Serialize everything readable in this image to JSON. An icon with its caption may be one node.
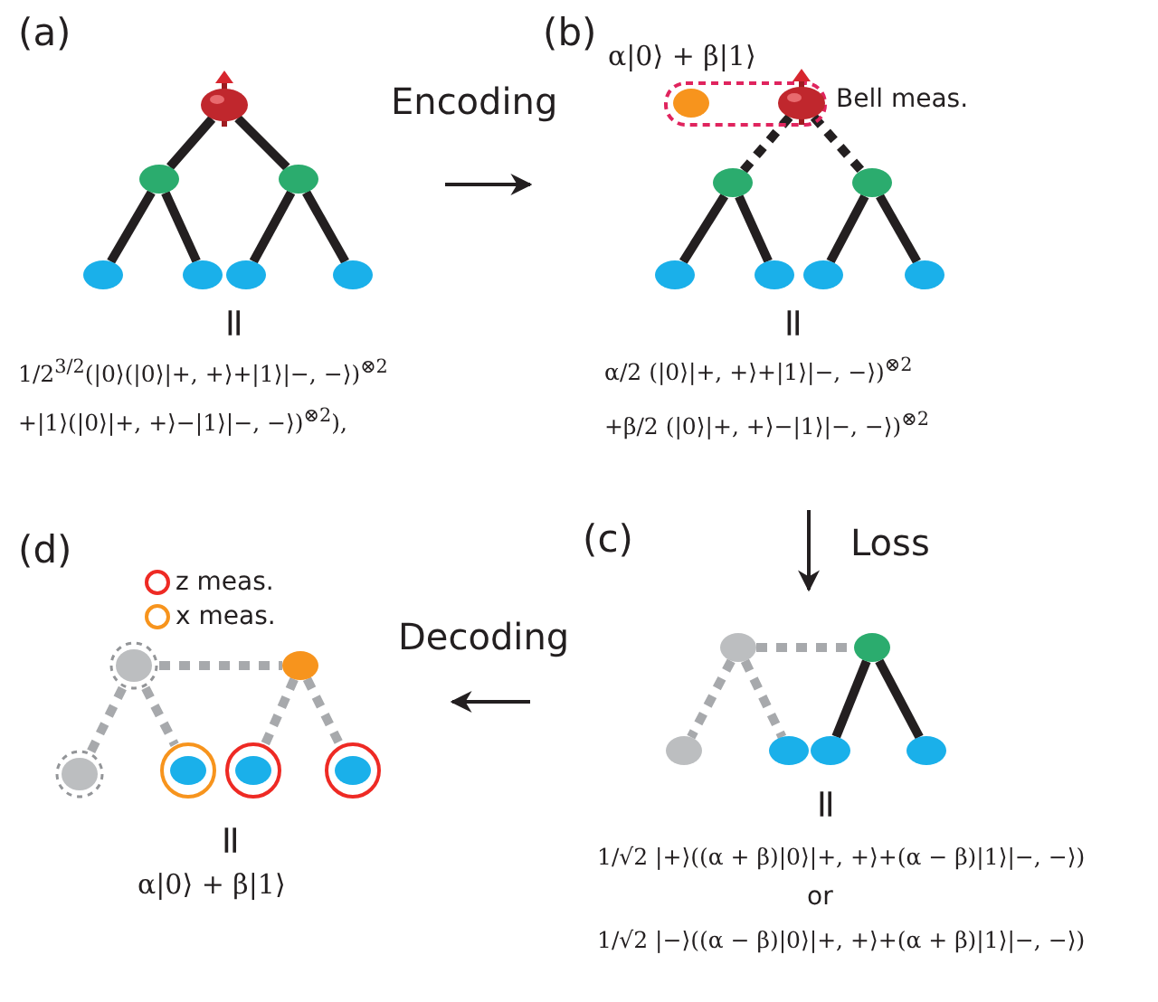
{
  "diagram": {
    "nodes": [
      {
        "text": [],
        "shape": "circle"
      },
      {
        "text": [],
        "shape": "circle"
      },
      {
        "text": [],
        "shape": "circle"
      },
      {
        "text": [],
        "shape": "circle"
      },
      {
        "text": [],
        "shape": "circle"
      },
      {
        "text": [],
        "shape": "circle"
      },
      {
        "text": [],
        "shape": "circle"
      },
      {
        "text": [
          "Bell meas."
        ]
      },
      {
        "text": [],
        "shape": "circle",
        "in": 7
      },
      {
        "text": [],
        "shape": "circle",
        "in": 7
      },
      {
        "text": [],
        "shape": "circle"
      },
      {
        "text": [],
        "shape": "circle"
      },
      {
        "text": [],
        "shape": "circle"
      },
      {
        "text": [],
        "shape": "circle"
      },
      {
        "text": [],
        "shape": "circle"
      },
      {
        "text": [],
        "shape": "circle"
      },
      {
        "text": [],
        "shape": "circle"
      },
      {
        "text": [],
        "shape": "circle"
      },
      {
        "text": [],
        "shape": "circle"
      },
      {
        "text": [],
        "shape": "circle"
      },
      {
        "text": [],
        "shape": "circle"
      },
      {
        "text": [],
        "shape": "circle"
      },
      {
        "text": [],
        "shape": "circle"
      },
      {
        "text": [],
        "shape": "circle"
      },
      {
        "text": [],
        "shape": "circle"
      },
      {
        "text": [],
        "shape": "circle"
      },
      {
        "text": [],
        "shape": "circle"
      },
      {
        "text": [],
        "shape": "circle"
      }
    ],
    "edges": [
      {
        "from": 0,
        "to": 1,
        "arrow": "none"
      },
      {
        "from": 0,
        "to": 2,
        "arrow": "none"
      },
      {
        "from": 1,
        "to": 3,
        "arrow": "none"
      },
      {
        "from": 1,
        "to": 4,
        "arrow": "none"
      },
      {
        "from": 2,
        "to": 5,
        "arrow": "none"
      },
      {
        "from": 2,
        "to": 6,
        "arrow": "none"
      },
      {
        "from": 9,
        "to": 10,
        "arrow": "none",
        "style": "dashed"
      },
      {
        "from": 9,
        "to": 11,
        "arrow": "none",
        "style": "dashed"
      },
      {
        "from": 10,
        "to": 12,
        "arrow": "none"
      },
      {
        "from": 10,
        "to": 13,
        "arrow": "none"
      },
      {
        "from": 11,
        "to": 14,
        "arrow": "none"
      },
      {
        "from": 11,
        "to": 15,
        "arrow": "none"
      },
      {
        "from": 16,
        "to": 17,
        "arrow": "none",
        "style": "dashed",
        "color": "#a7a9ac"
      },
      {
        "from": 16,
        "to": 18,
        "arrow": "none",
        "style": "dashed",
        "color": "#a7a9ac"
      },
      {
        "from": 16,
        "to": 19,
        "arrow": "none",
        "style": "dashed",
        "color": "#a7a9ac"
      },
      {
        "from": 17,
        "to": 20,
        "arrow": "none"
      },
      {
        "from": 17,
        "to": 21,
        "arrow": "none"
      },
      {
        "from": 22,
        "to": 23,
        "arrow": "none",
        "style": "dashed",
        "color": "#a7a9ac"
      },
      {
        "from": 22,
        "to": 24,
        "arrow": "none",
        "style": "dashed",
        "color": "#a7a9ac"
      },
      {
        "from": 22,
        "to": 25,
        "arrow": "none",
        "style": "dashed",
        "color": "#a7a9ac"
      },
      {
        "from": 23,
        "to": 26,
        "arrow": "none",
        "style": "dashed",
        "color": "#a7a9ac"
      },
      {
        "from": 23,
        "to": 27,
        "arrow": "none",
        "style": "dashed",
        "color": "#a7a9ac"
      }
    ],
    "labels": [
      "(a)",
      "Encoding",
      "(b)",
      "α|0⟩ + β|1⟩",
      "=",
      "=",
      "1/2$^{3/2}$(|0⟩(|0⟩|+, +⟩+|1⟩|−, −⟩)$^{⊗2}$",
      "+|1⟩(|0⟩|+, +⟩−|1⟩|−, −⟩)$^{⊗2}$),",
      "α/2 (|0⟩|+, +⟩+|1⟩|−, −⟩)$^{⊗2}$",
      "+β/2 (|0⟩|+, +⟩−|1⟩|−, −⟩)$^{⊗2}$",
      "Loss",
      "(c)",
      "(d)",
      "Decoding",
      "=",
      "1/√2 |+⟩((α + β)|0⟩|+, +⟩+(α − β)|1⟩|−, −⟩)",
      "or",
      "1/√2 |−⟩((α − β)|0⟩|+, +⟩+(α + β)|1⟩|−, −⟩)",
      "=",
      "α|0⟩ + β|1⟩"
    ],
    "legend": [
      {
        "text": "z meas."
      },
      {
        "text": "x meas."
      }
    ]
  }
}
